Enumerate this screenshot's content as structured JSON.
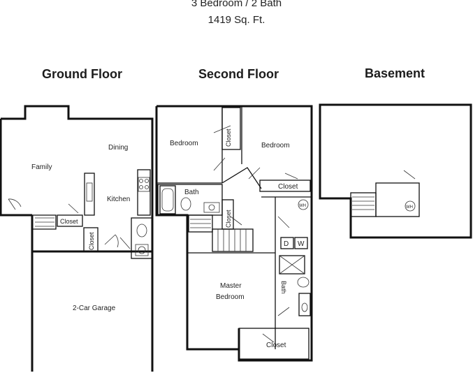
{
  "header": {
    "line1": "3 Bedroom / 2 Bath",
    "line2": "1419 Sq. Ft."
  },
  "floors": {
    "ground": {
      "title": "Ground Floor",
      "rooms": {
        "family": "Family",
        "dining": "Dining",
        "kitchen": "Kitchen",
        "closet_a": "Closet",
        "closet_b": "Closet",
        "garage": "2-Car Garage"
      }
    },
    "second": {
      "title": "Second Floor",
      "rooms": {
        "bedroom_1": "Bedroom",
        "bedroom_2": "Bedroom",
        "closet_a": "Closet",
        "closet_b": "Closet",
        "closet_c": "Closet",
        "closet_master": "Closet",
        "bath_1": "Bath",
        "bath_2": "Bath",
        "master_1": "Master",
        "master_2": "Bedroom",
        "dryer": "D",
        "washer": "W",
        "water_heater": "WH"
      }
    },
    "basement": {
      "title": "Basement",
      "rooms": {
        "water_heater": "WH"
      }
    }
  }
}
